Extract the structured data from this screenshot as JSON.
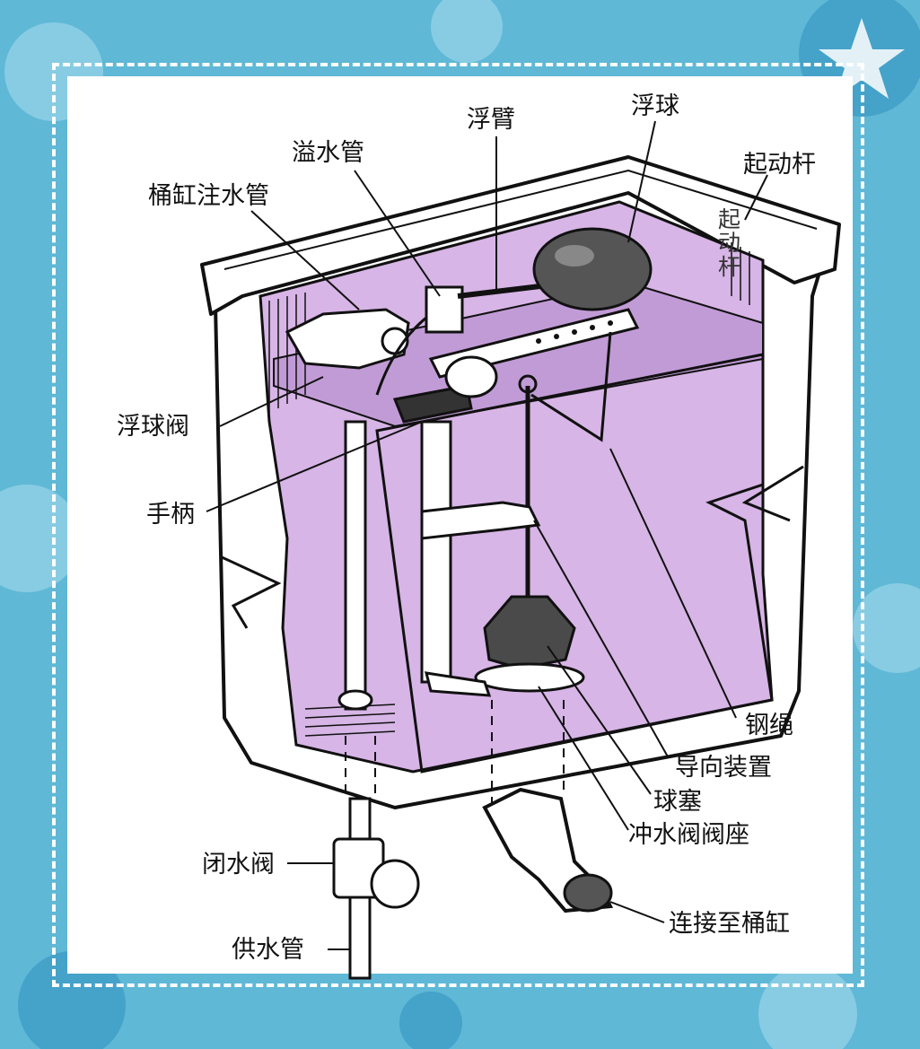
{
  "colors": {
    "frame": "#5fb8d6",
    "frame_dark": "#2f8fbf",
    "frame_light": "#a9dcee",
    "water": "#d7b5e6",
    "water_dark": "#c19bd6",
    "ink": "#111111",
    "panel": "#ffffff"
  },
  "labels": {
    "float_arm": "浮臂",
    "float_ball": "浮球",
    "overflow_tube": "溢水管",
    "trip_lever": "起动杆",
    "trip_lever_inner": "起动杆",
    "refill_tube": "桶缸注水管",
    "ballcock": "浮球阀",
    "handle": "手柄",
    "lift_wire": "钢绳",
    "guide": "导向装置",
    "tank_ball": "球塞",
    "flush_valve_seat": "冲水阀阀座",
    "shutoff_valve": "闭水阀",
    "to_bowl": "连接至桶缸",
    "supply_pipe": "供水管"
  }
}
